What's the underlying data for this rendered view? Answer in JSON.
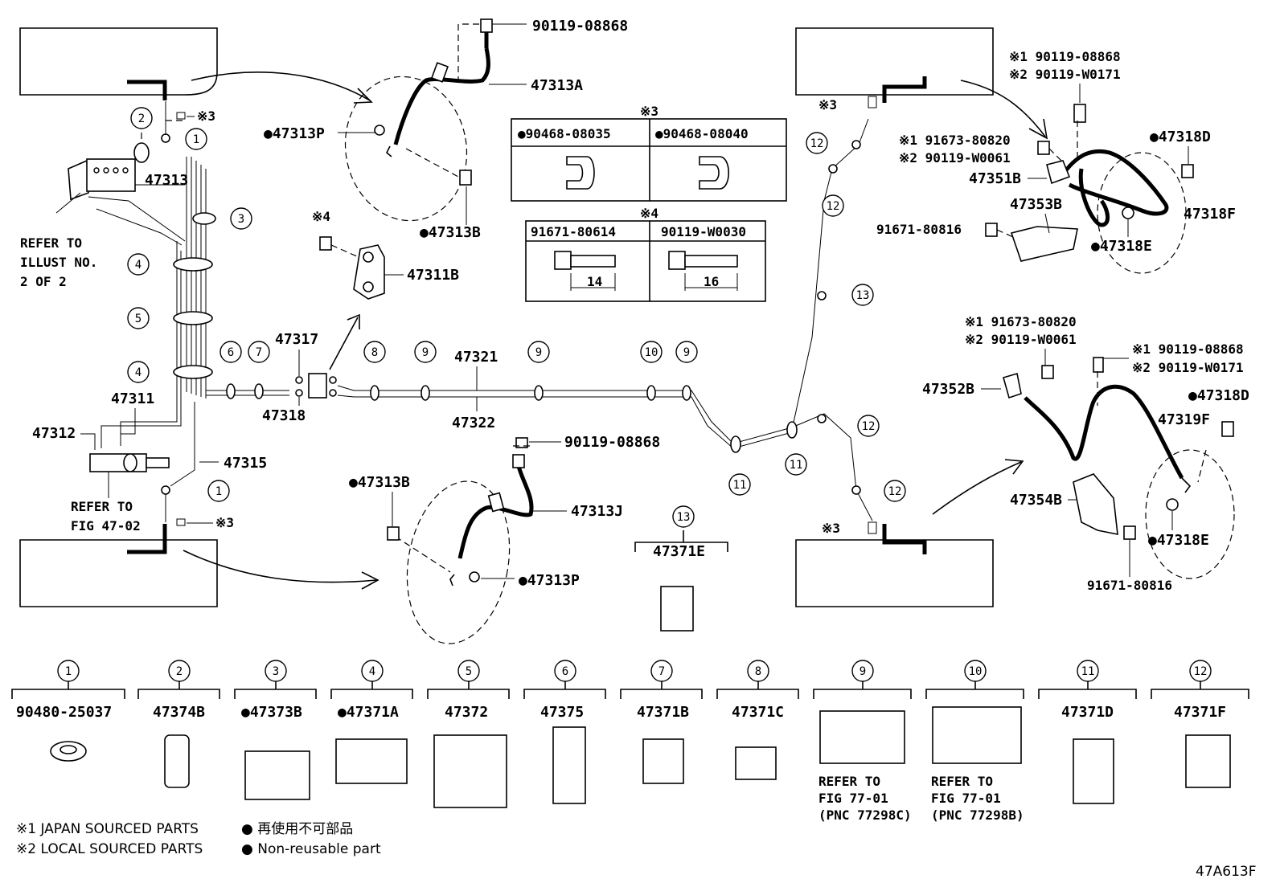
{
  "refs": {
    "c1a": "1",
    "c1b": "1",
    "c2": "2",
    "c3": "3",
    "c4a": "4",
    "c4b": "4",
    "c5": "5",
    "c6": "6",
    "c7": "7",
    "c8": "8",
    "c9a": "9",
    "c9b": "9",
    "c9c": "9",
    "c10": "10",
    "c11a": "11",
    "c11b": "11",
    "c12a": "12",
    "c12b": "12",
    "c12c": "12",
    "c12d": "12",
    "c13a": "13",
    "c13b": "13"
  },
  "labels": {
    "p47313A": "47313A",
    "p47313P_top": "●47313P",
    "p47313B_top": "●47313B",
    "p90119_08868_top": "90119-08868",
    "p47313": "47313",
    "refer_illust": "REFER TO",
    "refer_illust2": "ILLUST NO.",
    "refer_illust3": "2 OF 2",
    "mark3_top": "※3",
    "mark3_bot": "※3",
    "mark3_r_top": "※3",
    "mark3_r_bot": "※3",
    "mark4": "※4",
    "p47311B": "47311B",
    "p47317": "47317",
    "p47318": "47318",
    "p47321": "47321",
    "p47322": "47322",
    "p47311": "47311",
    "p47312": "47312",
    "p47315": "47315",
    "refer_fig": "REFER TO",
    "refer_fig2": "FIG 47-02",
    "p47313B_bot": "●47313B",
    "p47313J": "47313J",
    "p47313P_bot": "●47313P",
    "p90119_08868_mid": "90119-08868",
    "p47371E": "47371E",
    "p90119_08868_r1": "※1 90119-08868",
    "p90119_W0171_r1": "※2 90119-W0171",
    "p91673_80820_a": "※1 91673-80820",
    "p90119_W0061_a": "※2 90119-W0061",
    "p47351B": "47351B",
    "p47353B": "47353B",
    "p91671_80816_a": "91671-80816",
    "p47318D_a": "●47318D",
    "p47318F": "47318F",
    "p47318E_a": "●47318E",
    "p91673_80820_b": "※1 91673-80820",
    "p90119_W0061_b": "※2 90119-W0061",
    "p90119_08868_r2": "※1 90119-08868",
    "p90119_W0171_r2": "※2 90119-W0171",
    "p47352B": "47352B",
    "p47318D_b": "●47318D",
    "p47319F": "47319F",
    "p47354B": "47354B",
    "p47318E_b": "●47318E",
    "p91671_80816_b": "91671-80816"
  },
  "table3": {
    "mark": "※3",
    "col1": "●90468-08035",
    "col2": "●90468-08040"
  },
  "table4": {
    "mark": "※4",
    "col1": "91671-80614",
    "col2": "90119-W0030",
    "dim1": "14",
    "dim2": "16"
  },
  "legend_parts": [
    {
      "ref": "1",
      "part": "90480-25037"
    },
    {
      "ref": "2",
      "part": "47374B"
    },
    {
      "ref": "3",
      "part": "●47373B"
    },
    {
      "ref": "4",
      "part": "●47371A"
    },
    {
      "ref": "5",
      "part": "47372"
    },
    {
      "ref": "6",
      "part": "47375"
    },
    {
      "ref": "7",
      "part": "47371B"
    },
    {
      "ref": "8",
      "part": "47371C"
    },
    {
      "ref": "9",
      "part": "",
      "note1": "REFER TO",
      "note2": "FIG 77-01",
      "note3": "(PNC 77298C)"
    },
    {
      "ref": "10",
      "part": "",
      "note1": "REFER TO",
      "note2": "FIG 77-01",
      "note3": "(PNC 77298B)"
    },
    {
      "ref": "11",
      "part": "47371D"
    },
    {
      "ref": "12",
      "part": "47371F"
    }
  ],
  "footnotes": {
    "n1": "※1 JAPAN SOURCED PARTS",
    "n2": "※2 LOCAL SOURCED PARTS",
    "n3": "● 再使用不可部品",
    "n4": "● Non-reusable part"
  },
  "figure_id": "47A613F"
}
